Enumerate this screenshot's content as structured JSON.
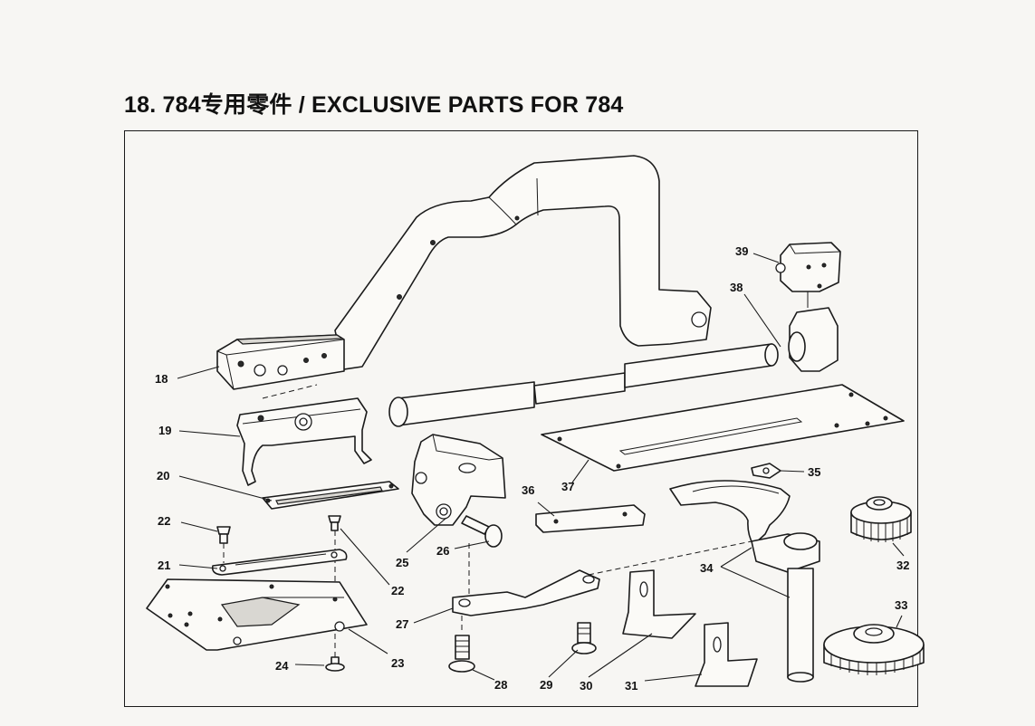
{
  "title": "18. 784专用零件 / EXCLUSIVE PARTS FOR 784",
  "parts": [
    {
      "id": "18"
    },
    {
      "id": "19"
    },
    {
      "id": "20"
    },
    {
      "id": "21"
    },
    {
      "id": "22a",
      "label": "22"
    },
    {
      "id": "22b",
      "label": "22"
    },
    {
      "id": "23"
    },
    {
      "id": "24"
    },
    {
      "id": "25"
    },
    {
      "id": "26"
    },
    {
      "id": "27"
    },
    {
      "id": "28"
    },
    {
      "id": "29"
    },
    {
      "id": "30"
    },
    {
      "id": "31"
    },
    {
      "id": "32"
    },
    {
      "id": "33"
    },
    {
      "id": "34"
    },
    {
      "id": "35"
    },
    {
      "id": "36"
    },
    {
      "id": "37"
    },
    {
      "id": "38"
    },
    {
      "id": "39"
    }
  ],
  "labels": {
    "p18": "18",
    "p19": "19",
    "p20": "20",
    "p21": "21",
    "p22a": "22",
    "p22b": "22",
    "p23": "23",
    "p24": "24",
    "p25": "25",
    "p26": "26",
    "p27": "27",
    "p28": "28",
    "p29": "29",
    "p30": "30",
    "p31": "31",
    "p32": "32",
    "p33": "33",
    "p34": "34",
    "p35": "35",
    "p36": "36",
    "p37": "37",
    "p38": "38",
    "p39": "39"
  }
}
